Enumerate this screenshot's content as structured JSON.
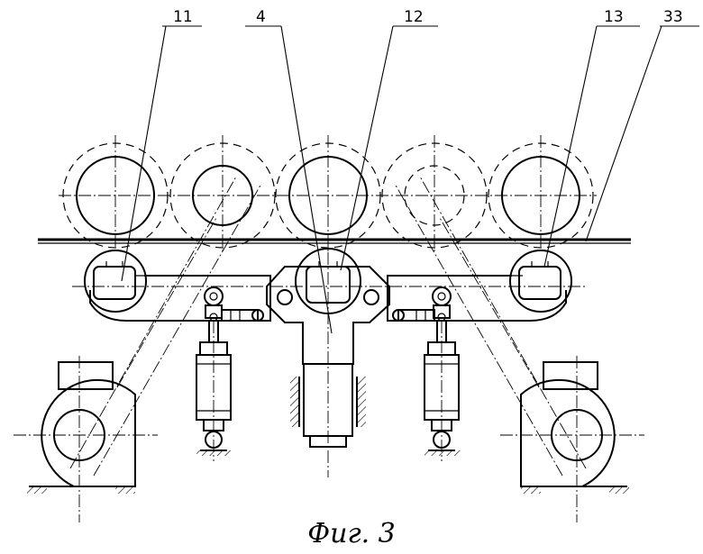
{
  "labels": {
    "l11": "11",
    "l4": "4",
    "l12": "12",
    "l13": "13",
    "l33": "33"
  },
  "caption": "Фиг. 3"
}
